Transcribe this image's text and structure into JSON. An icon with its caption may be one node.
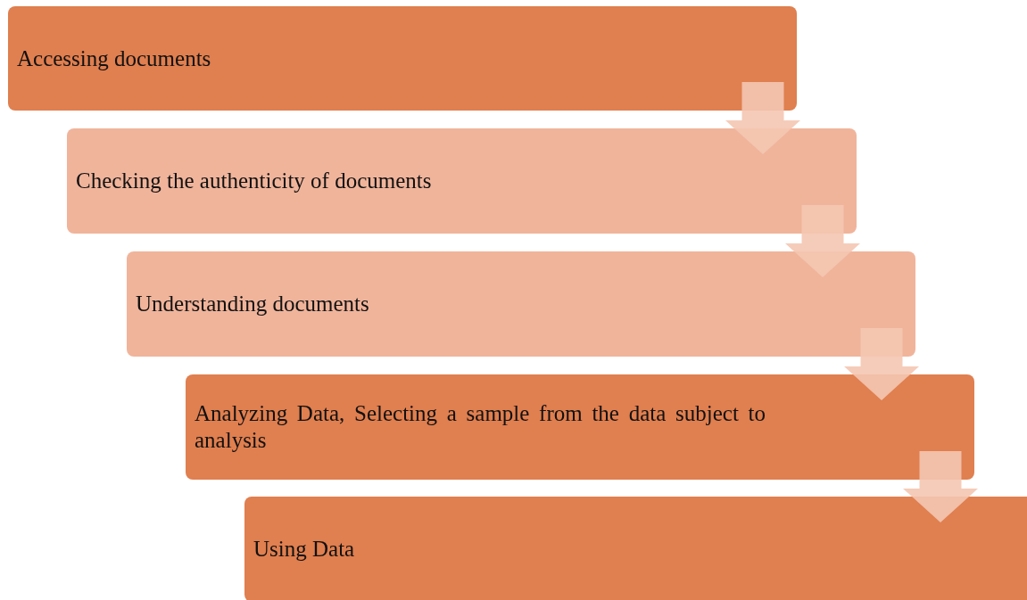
{
  "diagram": {
    "nodes": [
      {
        "text": [
          "Accessing documents"
        ]
      },
      {
        "text": [
          "Checking the authenticity of documents"
        ]
      },
      {
        "text": [
          "Understanding documents"
        ]
      },
      {
        "text": [
          "Analyzing Data, Selecting a sample from the data subject to analysis"
        ]
      },
      {
        "text": [
          "Using Data"
        ]
      }
    ],
    "edges": [
      {
        "from": 0,
        "to": 1,
        "arrow": "to"
      },
      {
        "from": 1,
        "to": 2,
        "arrow": "to"
      },
      {
        "from": 2,
        "to": 3,
        "arrow": "to"
      },
      {
        "from": 3,
        "to": 4,
        "arrow": "to"
      }
    ]
  }
}
